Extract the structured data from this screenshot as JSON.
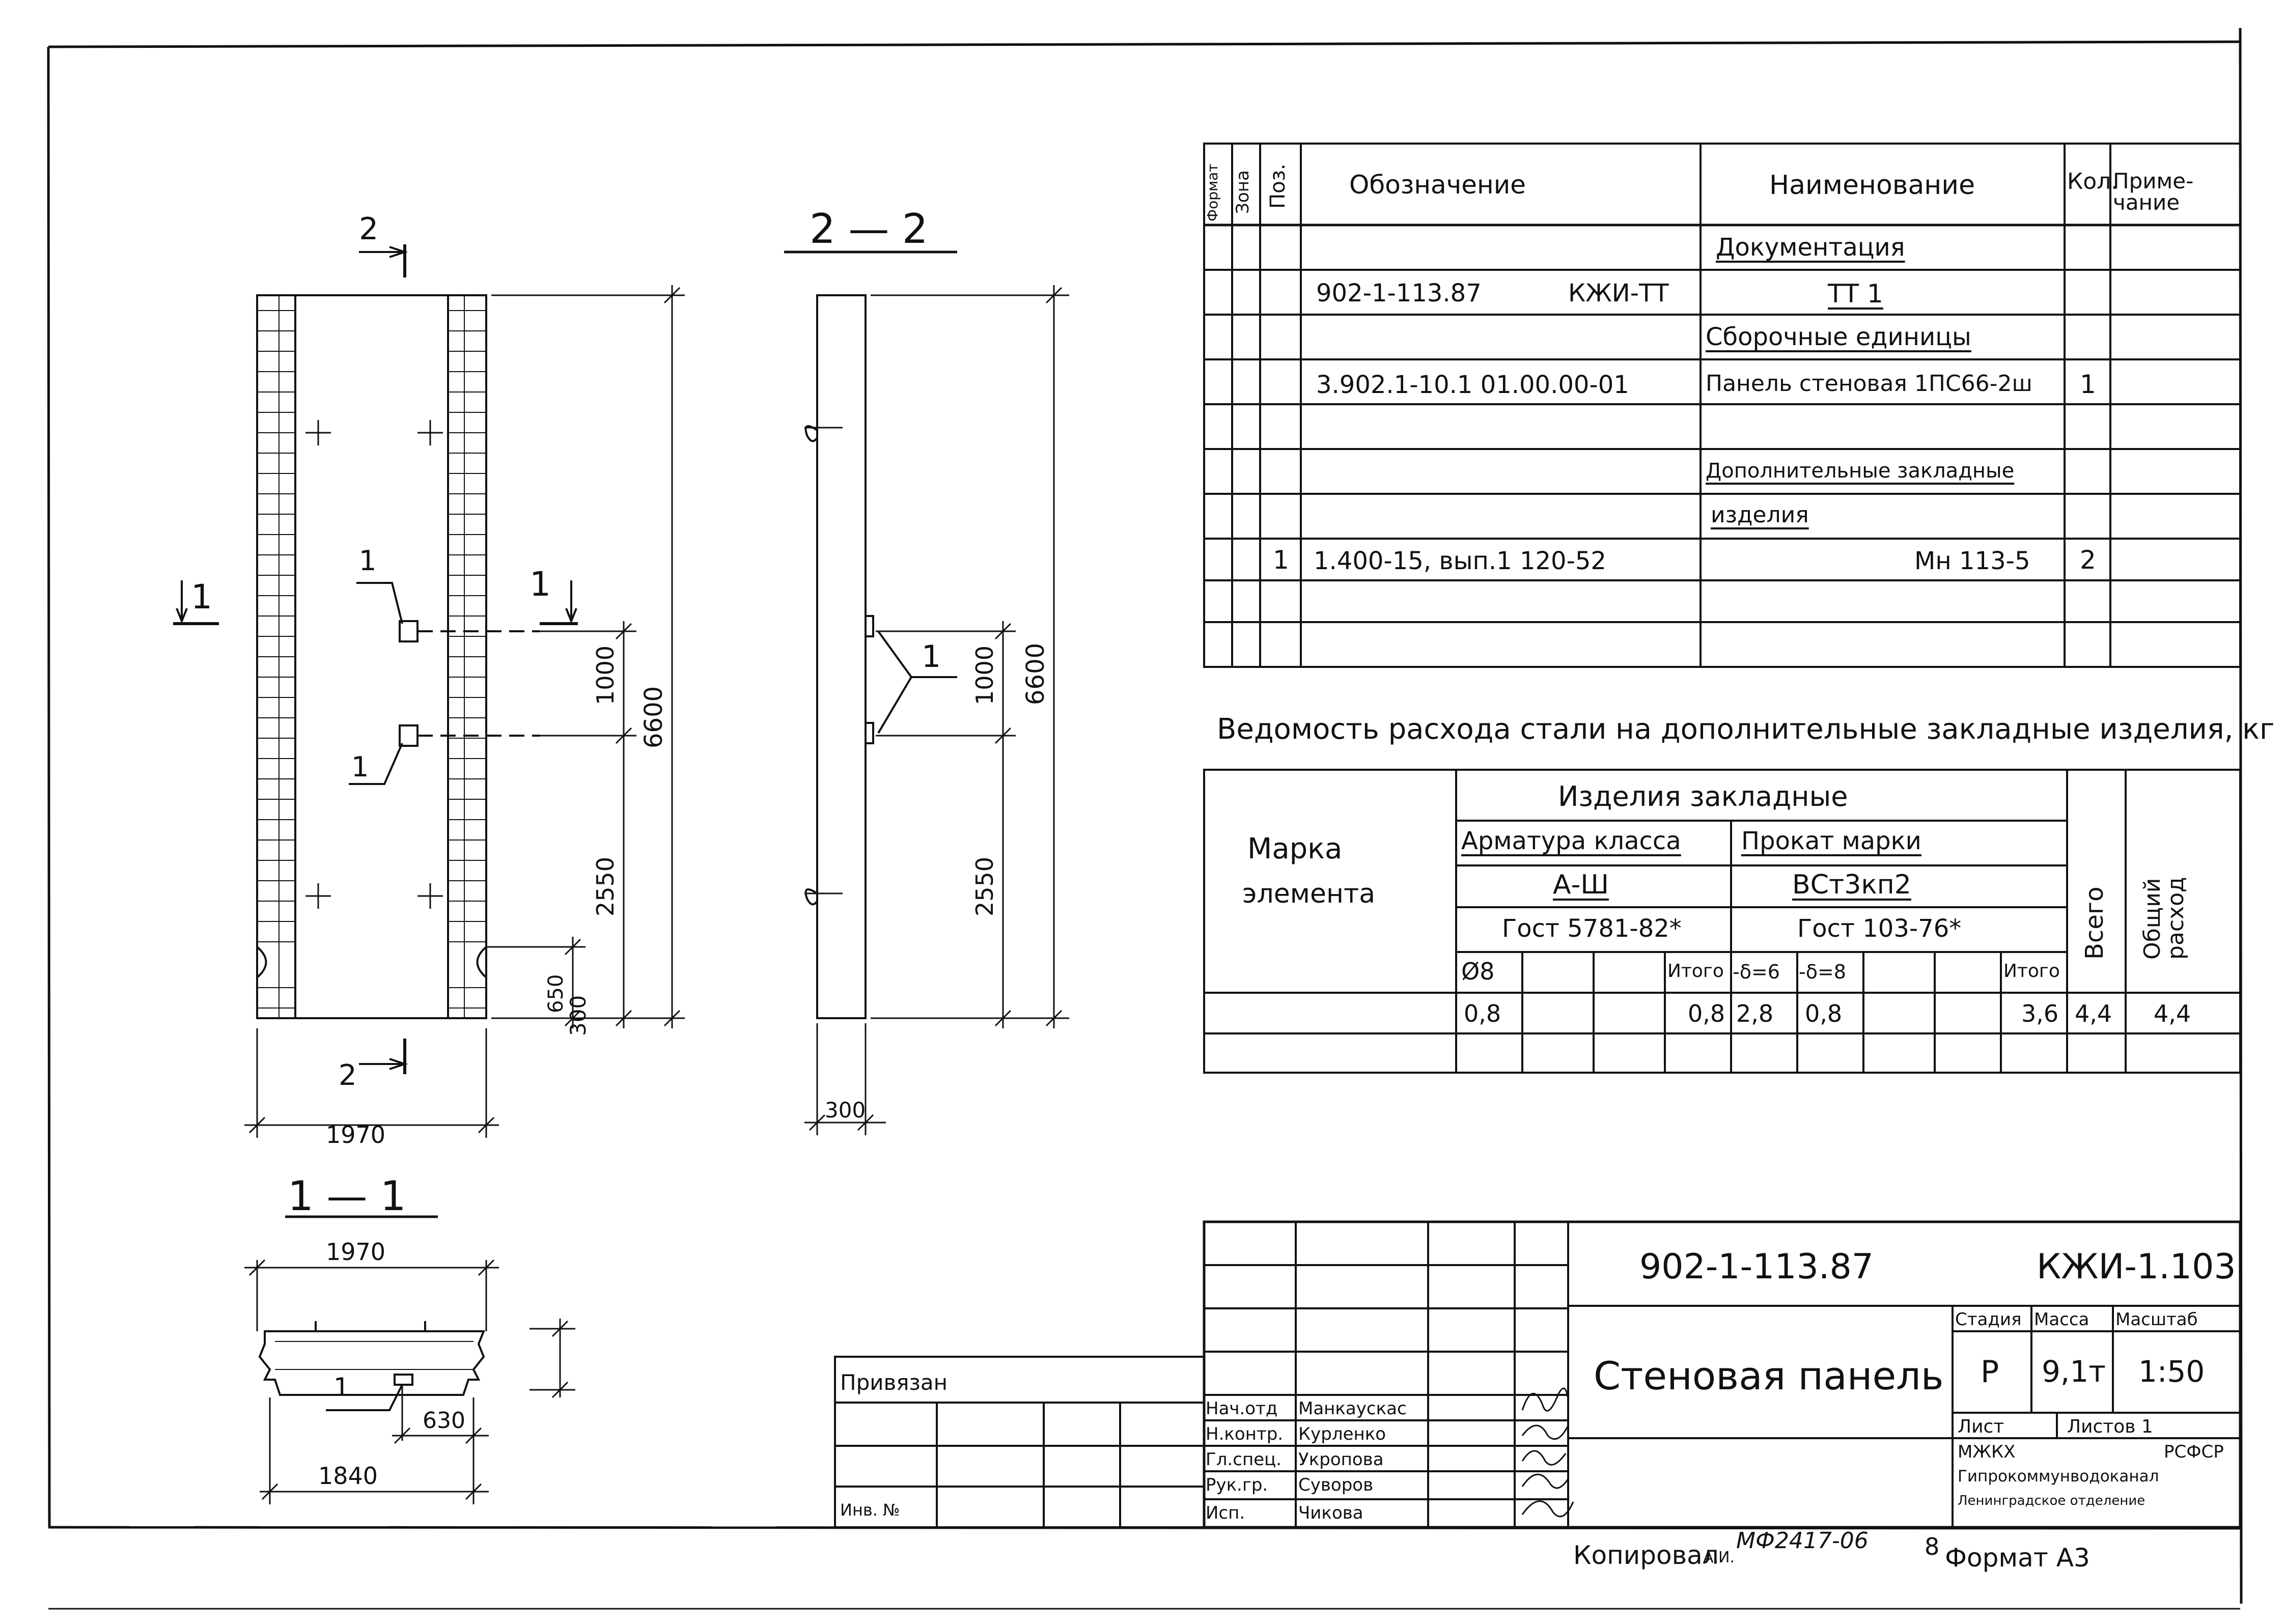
{
  "spec": {
    "headers": {
      "format": "Формат",
      "zone": "Зона",
      "pos": "Поз.",
      "designation": "Обозначение",
      "name": "Наименование",
      "qty": "Кол.",
      "note": "Приме-чание"
    },
    "rows": [
      {
        "name": "Документация"
      },
      {
        "designation": "902-1-113.87",
        "designation_suffix": "КЖИ-ТТ",
        "name": "ТТ 1"
      },
      {
        "name": "Сборочные единицы"
      },
      {
        "designation": "3.902.1-10.1  01.00.00-01",
        "name": "Панель стеновая 1ПС66-2ш",
        "qty": "1"
      },
      {
        "name": "Дополнительные закладные"
      },
      {
        "name": "изделия"
      },
      {
        "pos": "1",
        "designation": "1.400-15, вып.1  120-52",
        "name": "Мн 113-5",
        "qty": "2"
      }
    ]
  },
  "steel": {
    "title": "Ведомость расхода стали на дополнительные закладные изделия, кг",
    "mark_label_1": "Марка",
    "mark_label_2": "элемента",
    "group_header": "Изделия закладные",
    "rebar_header": "Арматура класса",
    "rebar_class": "А-Ш",
    "rebar_gost": "Гост 5781-82*",
    "rolled_header": "Прокат марки",
    "rolled_grade": "ВСт3кп2",
    "rolled_gost": "Гост 103-76*",
    "total_header": "Всего",
    "overall_header": "Общий расход",
    "sub_headers": [
      "Ø8",
      "",
      "",
      "Итого",
      "-δ=6",
      "-δ=8",
      "",
      "",
      "Итого"
    ],
    "row_values": [
      "0,8",
      "",
      "",
      "0,8",
      "2,8",
      "0,8",
      "",
      "",
      "3,6",
      "4,4",
      "4,4"
    ]
  },
  "drawing": {
    "section_2_2": "2 — 2",
    "section_1_1": "1 — 1",
    "cut_2": "2",
    "cut_1": "1",
    "leader_1": "1",
    "dim_width_front": "1970",
    "dim_width_section": "1970",
    "dim_bottom": "1840",
    "dim_630": "630",
    "dim_300_section": "300",
    "dim_300_side": "300",
    "dim_6600": "6600",
    "dim_1000": "1000",
    "dim_2550": "2550",
    "dim_650": "650"
  },
  "title_block": {
    "doc_code": "902-1-113.87",
    "sheet_code": "КЖИ-1.103",
    "doc_name": "Стеновая панель",
    "stage_label": "Стадия",
    "mass_label": "Масса",
    "scale_label": "Масштаб",
    "stage": "Р",
    "mass": "9,1т",
    "scale": "1:50",
    "sheet_label": "Лист",
    "sheets_label": "Листов 1",
    "org_1_left": "МЖКХ",
    "org_1_right": "РСФСР",
    "org_2": "Гипрокоммунводоканал",
    "org_3": "Ленинградское отделение",
    "bound_label": "Привязан",
    "inv_label": "Инв. №",
    "roles": [
      "Нач.отд",
      "Н.контр.",
      "Гл.спец.",
      "Рук.гр.",
      "Исп."
    ],
    "people": [
      "Манкаускас",
      "Курленко",
      "Укропова",
      "Суворов",
      "Чикова"
    ]
  },
  "footer": {
    "copied": "Копировал",
    "copied_by": "А.И.",
    "number": "МФ2417-06",
    "page": "8",
    "format": "Формат А3"
  }
}
